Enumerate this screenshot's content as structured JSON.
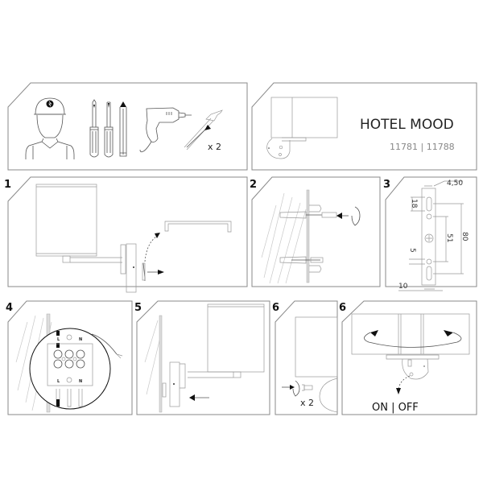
{
  "header": {
    "product_name": "HOTEL MOOD",
    "product_codes": "11781 | 11788"
  },
  "tools_panel": {
    "items": [
      "installer-with-electrician-helmet",
      "phillips-screwdriver",
      "flat-screwdriver",
      "pencil",
      "power-drill",
      "wall-plug-and-screw"
    ],
    "quantity": "x 2"
  },
  "steps": [
    {
      "number": "1",
      "description": "Remove wall bracket from lamp arm"
    },
    {
      "number": "2",
      "description": "Fix screws and wall plugs into wall"
    },
    {
      "number": "3",
      "description": "Bracket dimensions",
      "dimensions": {
        "top_width": "4,50",
        "slot_height": "18",
        "hole_spacing": "51",
        "total": "80",
        "small_gap": "5",
        "bottom_width": "10"
      }
    },
    {
      "number": "4",
      "description": "Connect wires to terminal block",
      "terminal_labels_top": [
        "L",
        "⏚",
        "N"
      ],
      "terminal_labels_bottom": [
        "L",
        "⏚",
        "N"
      ]
    },
    {
      "number": "5",
      "description": "Slide lamp onto wall bracket"
    },
    {
      "number": "6",
      "description": "Fix with screws",
      "quantity": "x 2"
    },
    {
      "number": "6",
      "description": "Rotate shade and use switch",
      "switch_label": "ON | OFF"
    }
  ],
  "colors": {
    "panel_border": "#8a8a8a",
    "line": "#555555",
    "hatch": "#c9c9c9",
    "text": "#111111",
    "code_text": "#888888"
  }
}
